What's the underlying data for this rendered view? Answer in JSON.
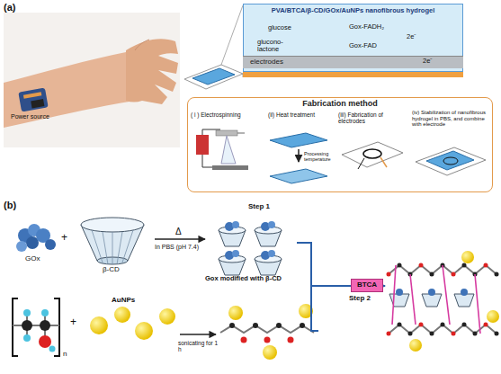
{
  "diagram": {
    "nodes": [
      {
        "text": [
          "PVA/BTCA/β-CD/GOx/AuNPs nanofibrous hydrogel"
        ]
      },
      {
        "text": [
          "electrodes"
        ],
        "in": 0
      },
      {
        "text": [
          "Fabrication method"
        ]
      },
      {
        "text": [
          "BTCA"
        ]
      }
    ],
    "labels": [
      "(a)",
      "Power source",
      "glucose",
      "glucono-lactone",
      "Gox-FADH₂",
      "Gox-FAD",
      "2e⁻",
      "2e⁻",
      "( i ) Electrospinning",
      "(ii) Heat treatment",
      "Processing temperature",
      "(iii) Fabrication of electrodes",
      "(iv) Stabilization of nanofibrous hydrogel in PBS, and combine with electrode",
      "(b)",
      "Step 1",
      "GOx",
      "+",
      "β-CD",
      "Δ",
      "In PBS (pH 7.4)",
      "Gox modified with β-CD",
      "n",
      "+",
      "AuNPs",
      "sonicating for 1 h",
      "Step 2"
    ]
  }
}
